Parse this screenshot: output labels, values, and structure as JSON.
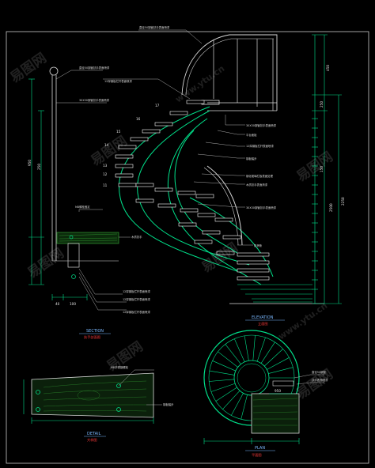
{
  "colors": {
    "background": "#000000",
    "stair": "#00e08a",
    "treads": "#ffffff",
    "wood_hatch": "#2c8a2c",
    "leader": "#d8d8d8",
    "frame": "#c8c8c8",
    "title": "#7ab8ff",
    "subtitle": "#ff3b3b"
  },
  "annotations": {
    "top_rail": "直径50钢管扶手表面喷漆",
    "handrail_left": "直径50钢管扶手表面喷漆",
    "baluster": "12厚钢板栏杆表面喷漆",
    "tube": "30X30钢管扶手表面喷漆",
    "r1": "30X30钢管扶手表面喷漆",
    "r2": "平台面板",
    "r3": "12厚钢板栏杆表面喷漆",
    "r4": "钢板踏步",
    "r5": "钢化玻璃栏板表面处理",
    "r6": "木质扶手表面清漆",
    "r7": "30X30钢管扶手表面喷漆",
    "r8": "防滑条",
    "bracket": "M8螺栓固定",
    "wood": "木质扶手",
    "bottom1": "12厚钢板栏杆表面喷漆",
    "bottom2": "12厚钢板栏杆表面喷漆",
    "bottom3": "12厚钢板栏杆表面喷漆",
    "detail_bolt": "M8不锈钢螺栓",
    "detail_plate": "钢板踏步",
    "plan1": "直径50钢管",
    "plan2": "扶手表面喷漆"
  },
  "steps": [
    "17",
    "16",
    "15",
    "14",
    "13",
    "12",
    "11"
  ],
  "dimensions": {
    "left_total": "950",
    "left_part": "250",
    "bottom_a": "40",
    "bottom_b": "100",
    "top": "450",
    "right_a": "250",
    "right_total": "2250",
    "right_b": "2500",
    "right_unit": "150",
    "plan_dim": "950"
  },
  "titles": {
    "section": "SECTION",
    "section_sub": "扶手剖面图",
    "elevation": "ELEVATION",
    "elevation_sub": "立面图",
    "detail": "DETAIL",
    "detail_sub": "大样图",
    "plan": "PLAN",
    "plan_sub": "平面图"
  },
  "watermark": {
    "brand": "易图网",
    "url": "www.ytu.cn"
  }
}
